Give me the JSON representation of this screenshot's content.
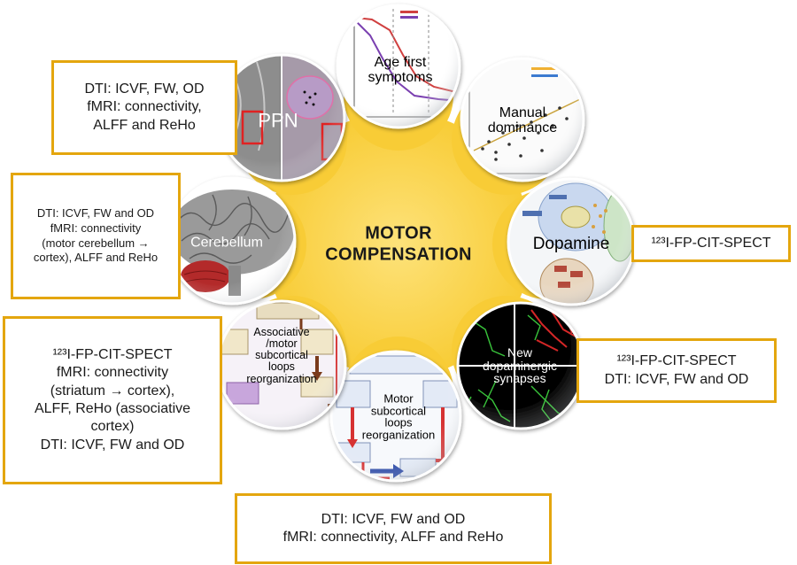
{
  "center": {
    "title": "MOTOR\nCOMPENSATION",
    "color": "#fcd84e"
  },
  "circles": [
    {
      "id": "age",
      "label": "Age first\nsymptoms"
    },
    {
      "id": "manual",
      "label": "Manual\ndominance"
    },
    {
      "id": "dopamine",
      "label": "Dopamine"
    },
    {
      "id": "synapses",
      "label": "New\ndopaminergic\nsynapses"
    },
    {
      "id": "motor-loops",
      "label": "Motor\nsubcortical\nloops\nreorganization"
    },
    {
      "id": "assoc-loops",
      "label": "Associative\n/motor\nsubcortical\nloops\nreorganization"
    },
    {
      "id": "cerebellum",
      "label": "Cerebellum"
    },
    {
      "id": "ppn",
      "label": "PPN"
    }
  ],
  "boxes": {
    "ppn": "DTI: ICVF, FW, OD\nfMRI: connectivity,\nALFF and ReHo",
    "cerebellum": "DTI: ICVF, FW and OD\nfMRI: connectivity\n(motor cerebellum →\ncortex), ALFF and ReHo",
    "dopamine": "¹²³I-FP-CIT-SPECT",
    "synapses": "¹²³I-FP-CIT-SPECT\nDTI: ICVF, FW and OD",
    "assoc": "¹²³I-FP-CIT-SPECT\nfMRI: connectivity\n(striatum → cortex),\nALFF, ReHo (associative\ncortex)\nDTI: ICVF, FW and OD",
    "bottom": "DTI: ICVF, FW and OD\nfMRI: connectivity, ALFF and ReHo"
  },
  "colors": {
    "box_border": "#e4a60e",
    "center_fill": "#fcd84e"
  }
}
